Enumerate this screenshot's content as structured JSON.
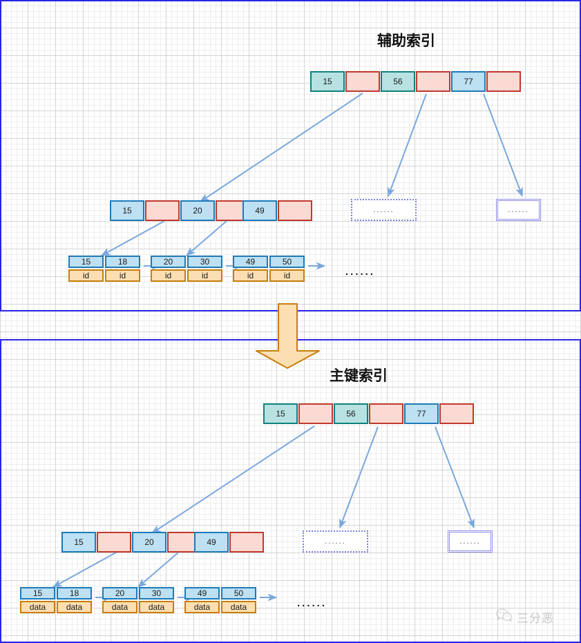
{
  "diagram": {
    "title": "B+Tree secondary index vs primary key index",
    "sections": [
      {
        "id": "secondary",
        "title": "辅助索引",
        "root": {
          "cells": [
            {
              "text": "15",
              "style": "teal"
            },
            {
              "text": "",
              "style": "pinkr"
            },
            {
              "text": "56",
              "style": "teal"
            },
            {
              "text": "",
              "style": "pinkr"
            },
            {
              "text": "77",
              "style": "blue"
            },
            {
              "text": "",
              "style": "pinkr"
            }
          ]
        },
        "internal": {
          "cells": [
            {
              "text": "15",
              "style": "blue"
            },
            {
              "text": "",
              "style": "pinkr"
            },
            {
              "text": "20",
              "style": "blue"
            },
            {
              "text": "",
              "style": "pinkr"
            },
            {
              "text": "49",
              "style": "blue"
            },
            {
              "text": "",
              "style": "pinkr"
            }
          ]
        },
        "placeholders": [
          {
            "text": "......",
            "style": "dotted"
          },
          {
            "text": "......",
            "style": "double"
          }
        ],
        "leaves": [
          {
            "keys": [
              "15",
              "18"
            ],
            "payload": [
              "id",
              "id"
            ]
          },
          {
            "keys": [
              "20",
              "30"
            ],
            "payload": [
              "id",
              "id"
            ]
          },
          {
            "keys": [
              "49",
              "50"
            ],
            "payload": [
              "id",
              "id"
            ]
          }
        ],
        "leaf_payload_label": "id",
        "trailing_dots": "......"
      },
      {
        "id": "primary",
        "title": "主键索引",
        "root": {
          "cells": [
            {
              "text": "15",
              "style": "teal"
            },
            {
              "text": "",
              "style": "pinkr"
            },
            {
              "text": "56",
              "style": "teal"
            },
            {
              "text": "",
              "style": "pinkr"
            },
            {
              "text": "77",
              "style": "blue"
            },
            {
              "text": "",
              "style": "pinkr"
            }
          ]
        },
        "internal": {
          "cells": [
            {
              "text": "15",
              "style": "blue"
            },
            {
              "text": "",
              "style": "pinkr"
            },
            {
              "text": "20",
              "style": "blue"
            },
            {
              "text": "",
              "style": "pinkr"
            },
            {
              "text": "49",
              "style": "blue"
            },
            {
              "text": "",
              "style": "pinkr"
            }
          ]
        },
        "placeholders": [
          {
            "text": "......",
            "style": "dotted"
          },
          {
            "text": "......",
            "style": "double"
          }
        ],
        "leaves": [
          {
            "keys": [
              "15",
              "18"
            ],
            "payload": [
              "data",
              "data"
            ]
          },
          {
            "keys": [
              "20",
              "30"
            ],
            "payload": [
              "data",
              "data"
            ]
          },
          {
            "keys": [
              "49",
              "50"
            ],
            "payload": [
              "data",
              "data"
            ]
          }
        ],
        "leaf_payload_label": "data",
        "trailing_dots": "......"
      }
    ],
    "transition_arrow": {
      "direction": "down",
      "color": "#f6d6a8"
    },
    "watermark": {
      "text": "三分恶",
      "icon": "wechat-icon"
    },
    "colors": {
      "teal_fill": "#b8e2e2",
      "teal_border": "#0e8080",
      "pink_fill": "#fbdad4",
      "pink_border": "#c0392b",
      "blue_fill": "#bde0f2",
      "blue_border": "#1d7bb9",
      "orange_fill": "#fbdfb2",
      "orange_border": "#c87d0d",
      "arrow": "#7aa7dd",
      "frame": "#2a24e8",
      "placeholder_border": "#7a7ee0"
    }
  }
}
